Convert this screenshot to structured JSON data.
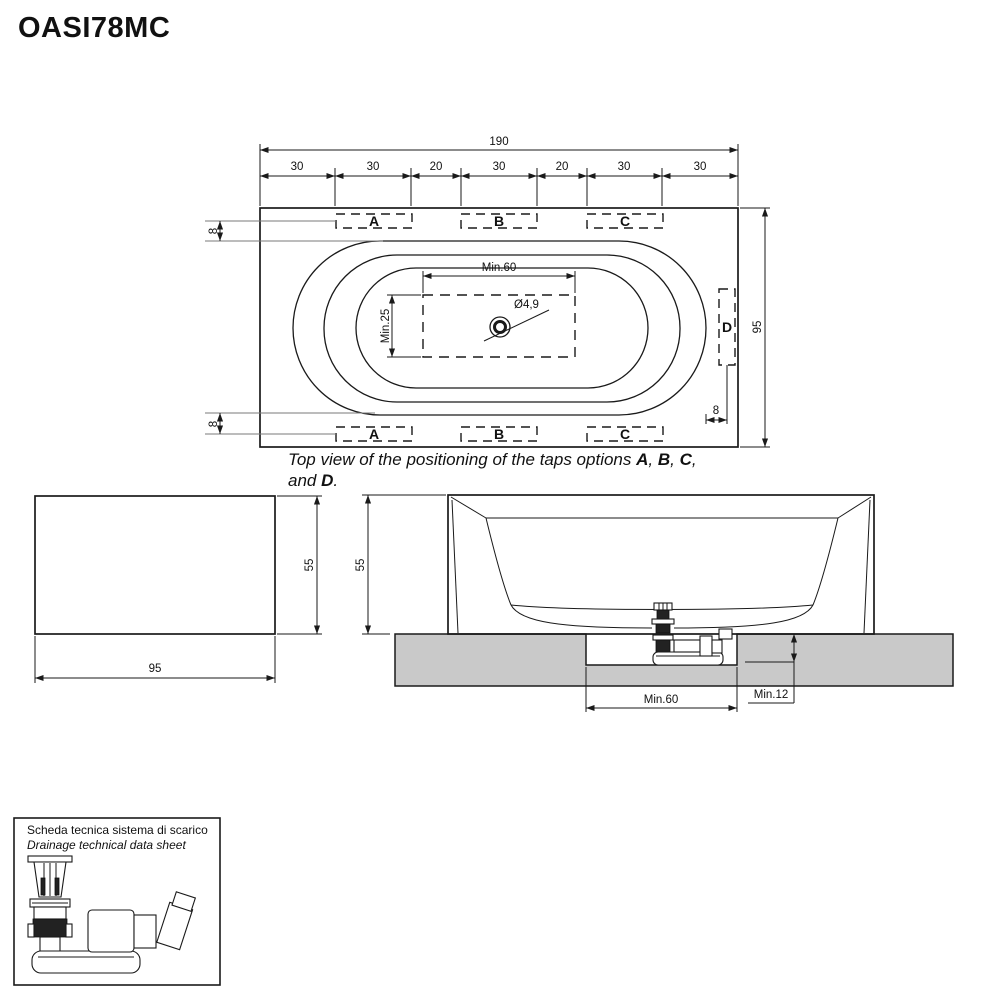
{
  "title": "OASI78MC",
  "colors": {
    "line": "#1a1a1a",
    "slab_fill": "#c9c9c9",
    "leader": "#7a7a7a"
  },
  "top_view": {
    "dim_total": "190",
    "segments": [
      "30",
      "30",
      "20",
      "30",
      "20",
      "30",
      "30"
    ],
    "dim_side": "95",
    "dim_offset_top_left": "8",
    "dim_offset_bottom_left": "8",
    "dim_offset_right": "8",
    "taps_top": [
      "A",
      "B",
      "C"
    ],
    "taps_bottom": [
      "A",
      "B",
      "C"
    ],
    "tap_right": "D",
    "min_width_label": "Min.60",
    "min_depth_label": "Min.25",
    "drain_label": "Ø4,9"
  },
  "caption": {
    "line1": "Top view of the positioning of the taps options ",
    "a": "A",
    "c1": ", ",
    "b": "B",
    "c2": ", ",
    "c": "C",
    "c3": ",",
    "line2": "and ",
    "d": "D",
    "dot": "."
  },
  "side_view": {
    "width_label": "95",
    "height_label": "55"
  },
  "section_view": {
    "height_label": "55",
    "recess_width_label": "Min.60",
    "recess_depth_label": "Min.12"
  },
  "drainage_box": {
    "title_it": "Scheda tecnica sistema di scarico",
    "title_en": "Drainage technical data sheet"
  }
}
